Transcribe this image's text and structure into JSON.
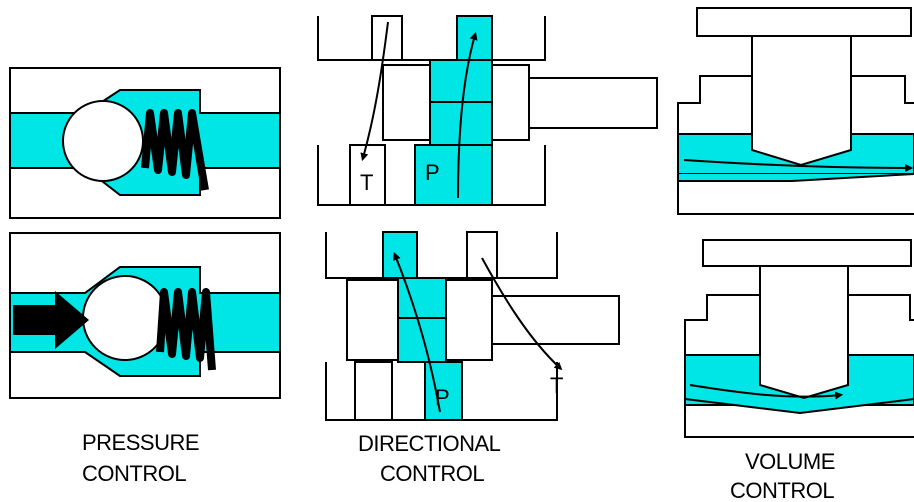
{
  "colors": {
    "fluid": "#00e5e5",
    "line": "#000000",
    "background": "#ffffff"
  },
  "labels": {
    "pressure": [
      "PRESSURE",
      "CONTROL"
    ],
    "directional": [
      "DIRECTIONAL",
      "CONTROL"
    ],
    "volume": [
      "VOLUME",
      "CONTROL"
    ],
    "port_t": "T",
    "port_p": "P"
  }
}
